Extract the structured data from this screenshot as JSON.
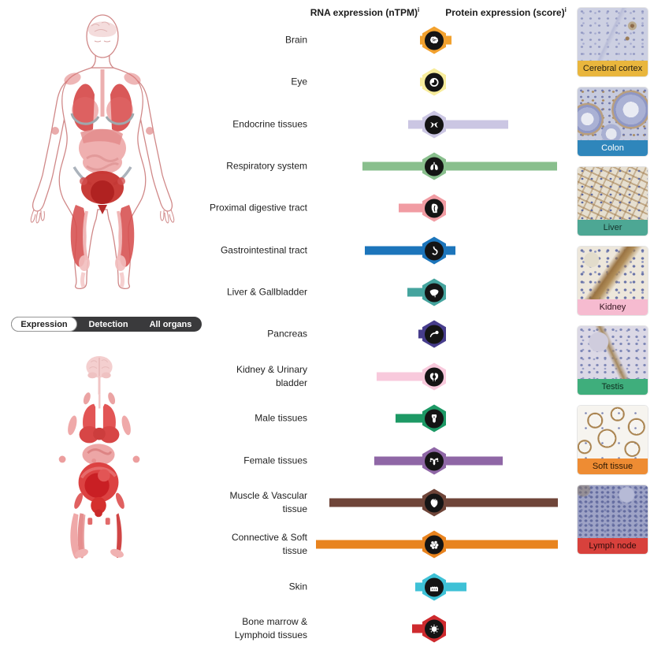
{
  "headers": {
    "rna": "RNA expression (nTPM)",
    "protein": "Protein expression (score)",
    "info_superscript": "i"
  },
  "tabs": [
    {
      "label": "Expression",
      "active": true
    },
    {
      "label": "Detection",
      "active": false
    },
    {
      "label": "All organs",
      "active": false
    }
  ],
  "tissues": [
    {
      "name": "Brain",
      "lines": [
        "Brain"
      ],
      "icon": "brain-icon",
      "color": "#F2A12E",
      "rna": 4,
      "protein": 6
    },
    {
      "name": "Eye",
      "lines": [
        "Eye"
      ],
      "icon": "eye-icon",
      "color": "#F7EC9C",
      "rna": 4,
      "protein": 0
    },
    {
      "name": "Endocrine tissues",
      "lines": [
        "Endocrine tissues"
      ],
      "icon": "thyroid-icon",
      "color": "#CBC6E3",
      "rna": 19,
      "protein": 78
    },
    {
      "name": "Respiratory system",
      "lines": [
        "Respiratory system"
      ],
      "icon": "lungs-icon",
      "color": "#89BF8D",
      "rna": 77,
      "protein": 140
    },
    {
      "name": "Proximal digestive tract",
      "lines": [
        "Proximal digestive tract"
      ],
      "icon": "throat-icon",
      "color": "#F19CA3",
      "rna": 31,
      "protein": 0
    },
    {
      "name": "Gastrointestinal tract",
      "lines": [
        "Gastrointestinal tract"
      ],
      "icon": "stomach-icon",
      "color": "#1C75BB",
      "rna": 74,
      "protein": 11
    },
    {
      "name": "Liver & Gallbladder",
      "lines": [
        "Liver & Gallbladder"
      ],
      "icon": "liver-icon",
      "color": "#45A49E",
      "rna": 20,
      "protein": 0
    },
    {
      "name": "Pancreas",
      "lines": [
        "Pancreas"
      ],
      "icon": "pancreas-icon",
      "color": "#473D8C",
      "rna": 6,
      "protein": 0
    },
    {
      "name": "Kidney & Urinary bladder",
      "lines": [
        "Kidney & Urinary",
        "bladder"
      ],
      "icon": "kidney-icon",
      "color": "#F8C9DC",
      "rna": 59,
      "protein": 0
    },
    {
      "name": "Male tissues",
      "lines": [
        "Male tissues"
      ],
      "icon": "male-reproductive-icon",
      "color": "#1D9965",
      "rna": 35,
      "protein": 0
    },
    {
      "name": "Female tissues",
      "lines": [
        "Female tissues"
      ],
      "icon": "uterus-icon",
      "color": "#8F67A6",
      "rna": 62,
      "protein": 71
    },
    {
      "name": "Muscle & Vascular tissue",
      "lines": [
        "Muscle & Vascular",
        "tissue"
      ],
      "icon": "heart-icon",
      "color": "#6F4539",
      "rna": 119,
      "protein": 141
    },
    {
      "name": "Connective & Soft tissue",
      "lines": [
        "Connective & Soft",
        "tissue"
      ],
      "icon": "cells-icon",
      "color": "#E8831E",
      "rna": 136,
      "protein": 141
    },
    {
      "name": "Skin",
      "lines": [
        "Skin"
      ],
      "icon": "skin-icon",
      "color": "#3EC1D6",
      "rna": 10,
      "protein": 25
    },
    {
      "name": "Bone marrow & Lymphoid tissues",
      "lines": [
        "Bone marrow &",
        "Lymphoid tissues"
      ],
      "icon": "lymphocyte-icon",
      "color": "#CE2A2E",
      "rna": 14,
      "protein": 0
    }
  ],
  "thumbnails": [
    {
      "label": "Cerebral cortex",
      "band_color": "#E9B63D",
      "text_color": "#262014"
    },
    {
      "label": "Colon",
      "band_color": "#2F86BB",
      "text_color": "#FFFFFF"
    },
    {
      "label": "Liver",
      "band_color": "#4DA794",
      "text_color": "#14332C"
    },
    {
      "label": "Kidney",
      "band_color": "#F6BBD0",
      "text_color": "#33141F"
    },
    {
      "label": "Testis",
      "band_color": "#3FAE7C",
      "text_color": "#0F2E20"
    },
    {
      "label": "Soft tissue",
      "band_color": "#EE8C33",
      "text_color": "#2E1A05"
    },
    {
      "label": "Lymph node",
      "band_color": "#D8413C",
      "text_color": "#2E0B0A"
    }
  ],
  "chart_data": {
    "type": "bar",
    "categories": [
      "Brain",
      "Eye",
      "Endocrine tissues",
      "Respiratory system",
      "Proximal digestive tract",
      "Gastrointestinal tract",
      "Liver & Gallbladder",
      "Pancreas",
      "Kidney & Urinary bladder",
      "Male tissues",
      "Female tissues",
      "Muscle & Vascular tissue",
      "Connective & Soft tissue",
      "Skin",
      "Bone marrow & Lymphoid tissues"
    ],
    "series": [
      {
        "name": "RNA expression (nTPM)",
        "direction": "left",
        "values": [
          4,
          4,
          19,
          77,
          31,
          74,
          20,
          6,
          59,
          35,
          62,
          119,
          136,
          10,
          14
        ]
      },
      {
        "name": "Protein expression (score)",
        "direction": "right",
        "values": [
          6,
          0,
          78,
          140,
          0,
          11,
          0,
          0,
          0,
          0,
          71,
          141,
          141,
          25,
          0
        ]
      }
    ],
    "value_unit": "relative bar length (px)",
    "legend_position": "top",
    "grid": false
  }
}
